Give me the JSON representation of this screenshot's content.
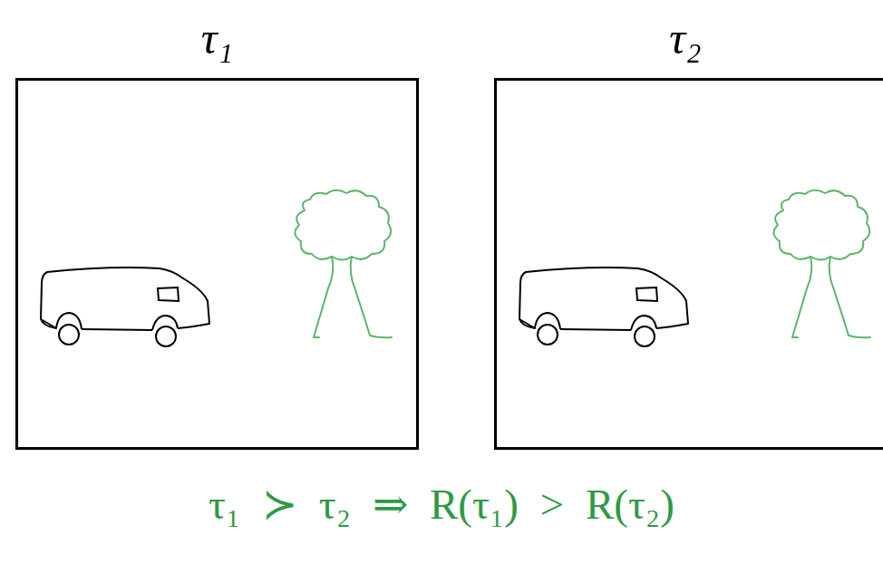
{
  "diagram": {
    "nodes": [
      {
        "text": [
          "τ₁"
        ]
      },
      {
        "text": [
          "τ₂"
        ]
      }
    ],
    "labels": [
      "τ₁ ≻ τ₂ ⇒ R(τ₁) > R(τ₂)"
    ]
  }
}
